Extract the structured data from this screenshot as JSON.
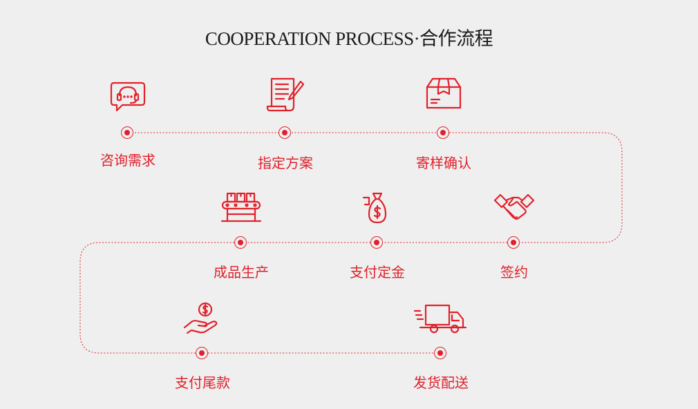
{
  "title": "COOPERATION PROCESS·合作流程",
  "colors": {
    "accent": "#e0212b",
    "background": "#efefef",
    "title": "#1b1b1b"
  },
  "steps": [
    {
      "label": "咨询需求",
      "icon": "headset-chat-icon"
    },
    {
      "label": "指定方案",
      "icon": "document-pen-icon"
    },
    {
      "label": "寄样确认",
      "icon": "package-box-icon"
    },
    {
      "label": "签约",
      "icon": "handshake-icon"
    },
    {
      "label": "支付定金",
      "icon": "money-bag-icon"
    },
    {
      "label": "成品生产",
      "icon": "conveyor-belt-icon"
    },
    {
      "label": "支付尾款",
      "icon": "hand-coin-icon"
    },
    {
      "label": "发货配送",
      "icon": "delivery-truck-icon"
    }
  ]
}
